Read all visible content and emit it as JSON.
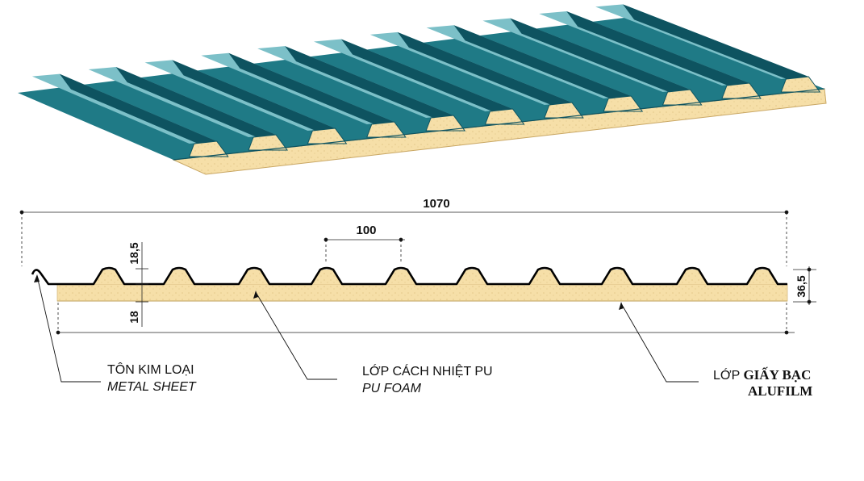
{
  "dimensions": {
    "total_width": "1070",
    "rib_pitch": "100",
    "rib_height": "18,5",
    "foam_thickness": "18",
    "panel_height": "36,5"
  },
  "labels": {
    "metal_sheet": {
      "vi": "TÔN KIM LOẠI",
      "en": "METAL SHEET"
    },
    "pu_foam": {
      "vi": "LỚP CÁCH NHIỆT PU",
      "en": "PU FOAM"
    },
    "alufilm": {
      "prefix": "LỚP",
      "name": "GIẤY BẠC",
      "en": "ALUFILM"
    }
  },
  "colors": {
    "metal_top": "#1f7a86",
    "metal_light": "#7cc0c8",
    "metal_dark": "#0e5360",
    "foam": "#f6dfa8",
    "line": "#111111"
  }
}
